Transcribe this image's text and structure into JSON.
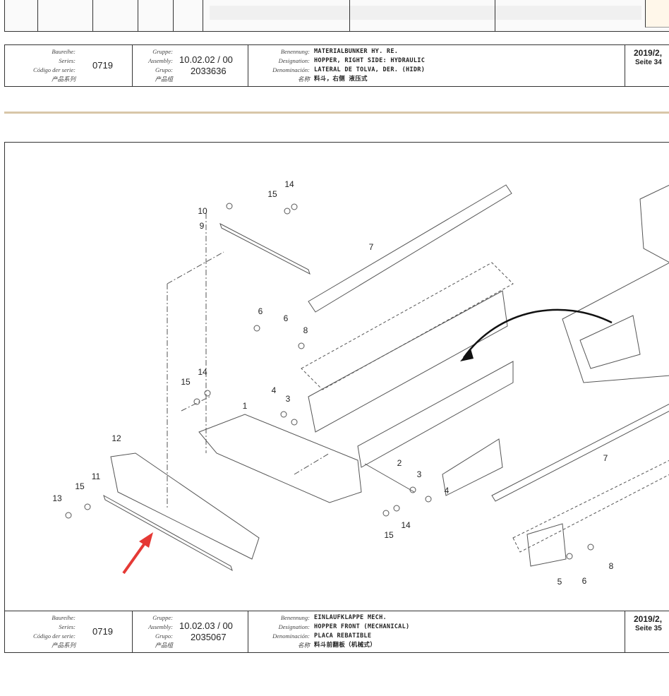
{
  "title_block_top": {
    "labels_left": [
      "Baureihe:",
      "Series:",
      "Código der serie:",
      "产品系列"
    ],
    "series": "0719",
    "labels_mid": [
      "Gruppe:",
      "Assembly:",
      "Grupo:",
      "产品组"
    ],
    "assembly": "10.02.02 / 00",
    "group_number": "2033636",
    "labels_desc": [
      "Benennung:",
      "Designation:",
      "Denominación:",
      "名称"
    ],
    "description": [
      "MATERIALBUNKER HY. RE.",
      "HOPPER, RIGHT SIDE: HYDRAULIC",
      "LATERAL DE TOLVA, DER. (HIDR)",
      "料斗，右侧 液压式"
    ],
    "date": "2019/2,",
    "sheet": "Seite 34"
  },
  "title_block_bottom": {
    "labels_left": [
      "Baureihe:",
      "Series:",
      "Código der serie:",
      "产品系列"
    ],
    "series": "0719",
    "labels_mid": [
      "Gruppe:",
      "Assembly:",
      "Grupo:",
      "产品组"
    ],
    "assembly": "10.02.03 / 00",
    "group_number": "2035067",
    "labels_desc": [
      "Benennung:",
      "Designation:",
      "Denominación:",
      "名称"
    ],
    "description": [
      "EINLAUFKLAPPE MECH.",
      "HOPPER FRONT (MECHANICAL)",
      "PLACA REBATIBLE",
      "料斗前翻板（机械式）"
    ],
    "date": "2019/2,",
    "sheet": "Seite 35"
  },
  "callouts": [
    {
      "id": "c14a",
      "label": "14"
    },
    {
      "id": "c15a",
      "label": "15"
    },
    {
      "id": "c10",
      "label": "10"
    },
    {
      "id": "c9",
      "label": "9"
    },
    {
      "id": "c7a",
      "label": "7"
    },
    {
      "id": "c6a",
      "label": "6"
    },
    {
      "id": "c6b",
      "label": "6"
    },
    {
      "id": "c8a",
      "label": "8"
    },
    {
      "id": "c14b",
      "label": "14"
    },
    {
      "id": "c15b",
      "label": "15"
    },
    {
      "id": "c4a",
      "label": "4"
    },
    {
      "id": "c3a",
      "label": "3"
    },
    {
      "id": "c1",
      "label": "1"
    },
    {
      "id": "c12",
      "label": "12"
    },
    {
      "id": "c11",
      "label": "11"
    },
    {
      "id": "c13",
      "label": "13"
    },
    {
      "id": "c15c",
      "label": "15"
    },
    {
      "id": "c2",
      "label": "2"
    },
    {
      "id": "c3b",
      "label": "3"
    },
    {
      "id": "c4b",
      "label": "4"
    },
    {
      "id": "c14c",
      "label": "14"
    },
    {
      "id": "c15d",
      "label": "15"
    },
    {
      "id": "c7b",
      "label": "7"
    },
    {
      "id": "c8b",
      "label": "8"
    },
    {
      "id": "c5",
      "label": "5"
    },
    {
      "id": "c6c",
      "label": "6"
    }
  ],
  "colors": {
    "line": "#555555",
    "arrow_red": "#e53935",
    "divider": "#d8c6a8"
  }
}
